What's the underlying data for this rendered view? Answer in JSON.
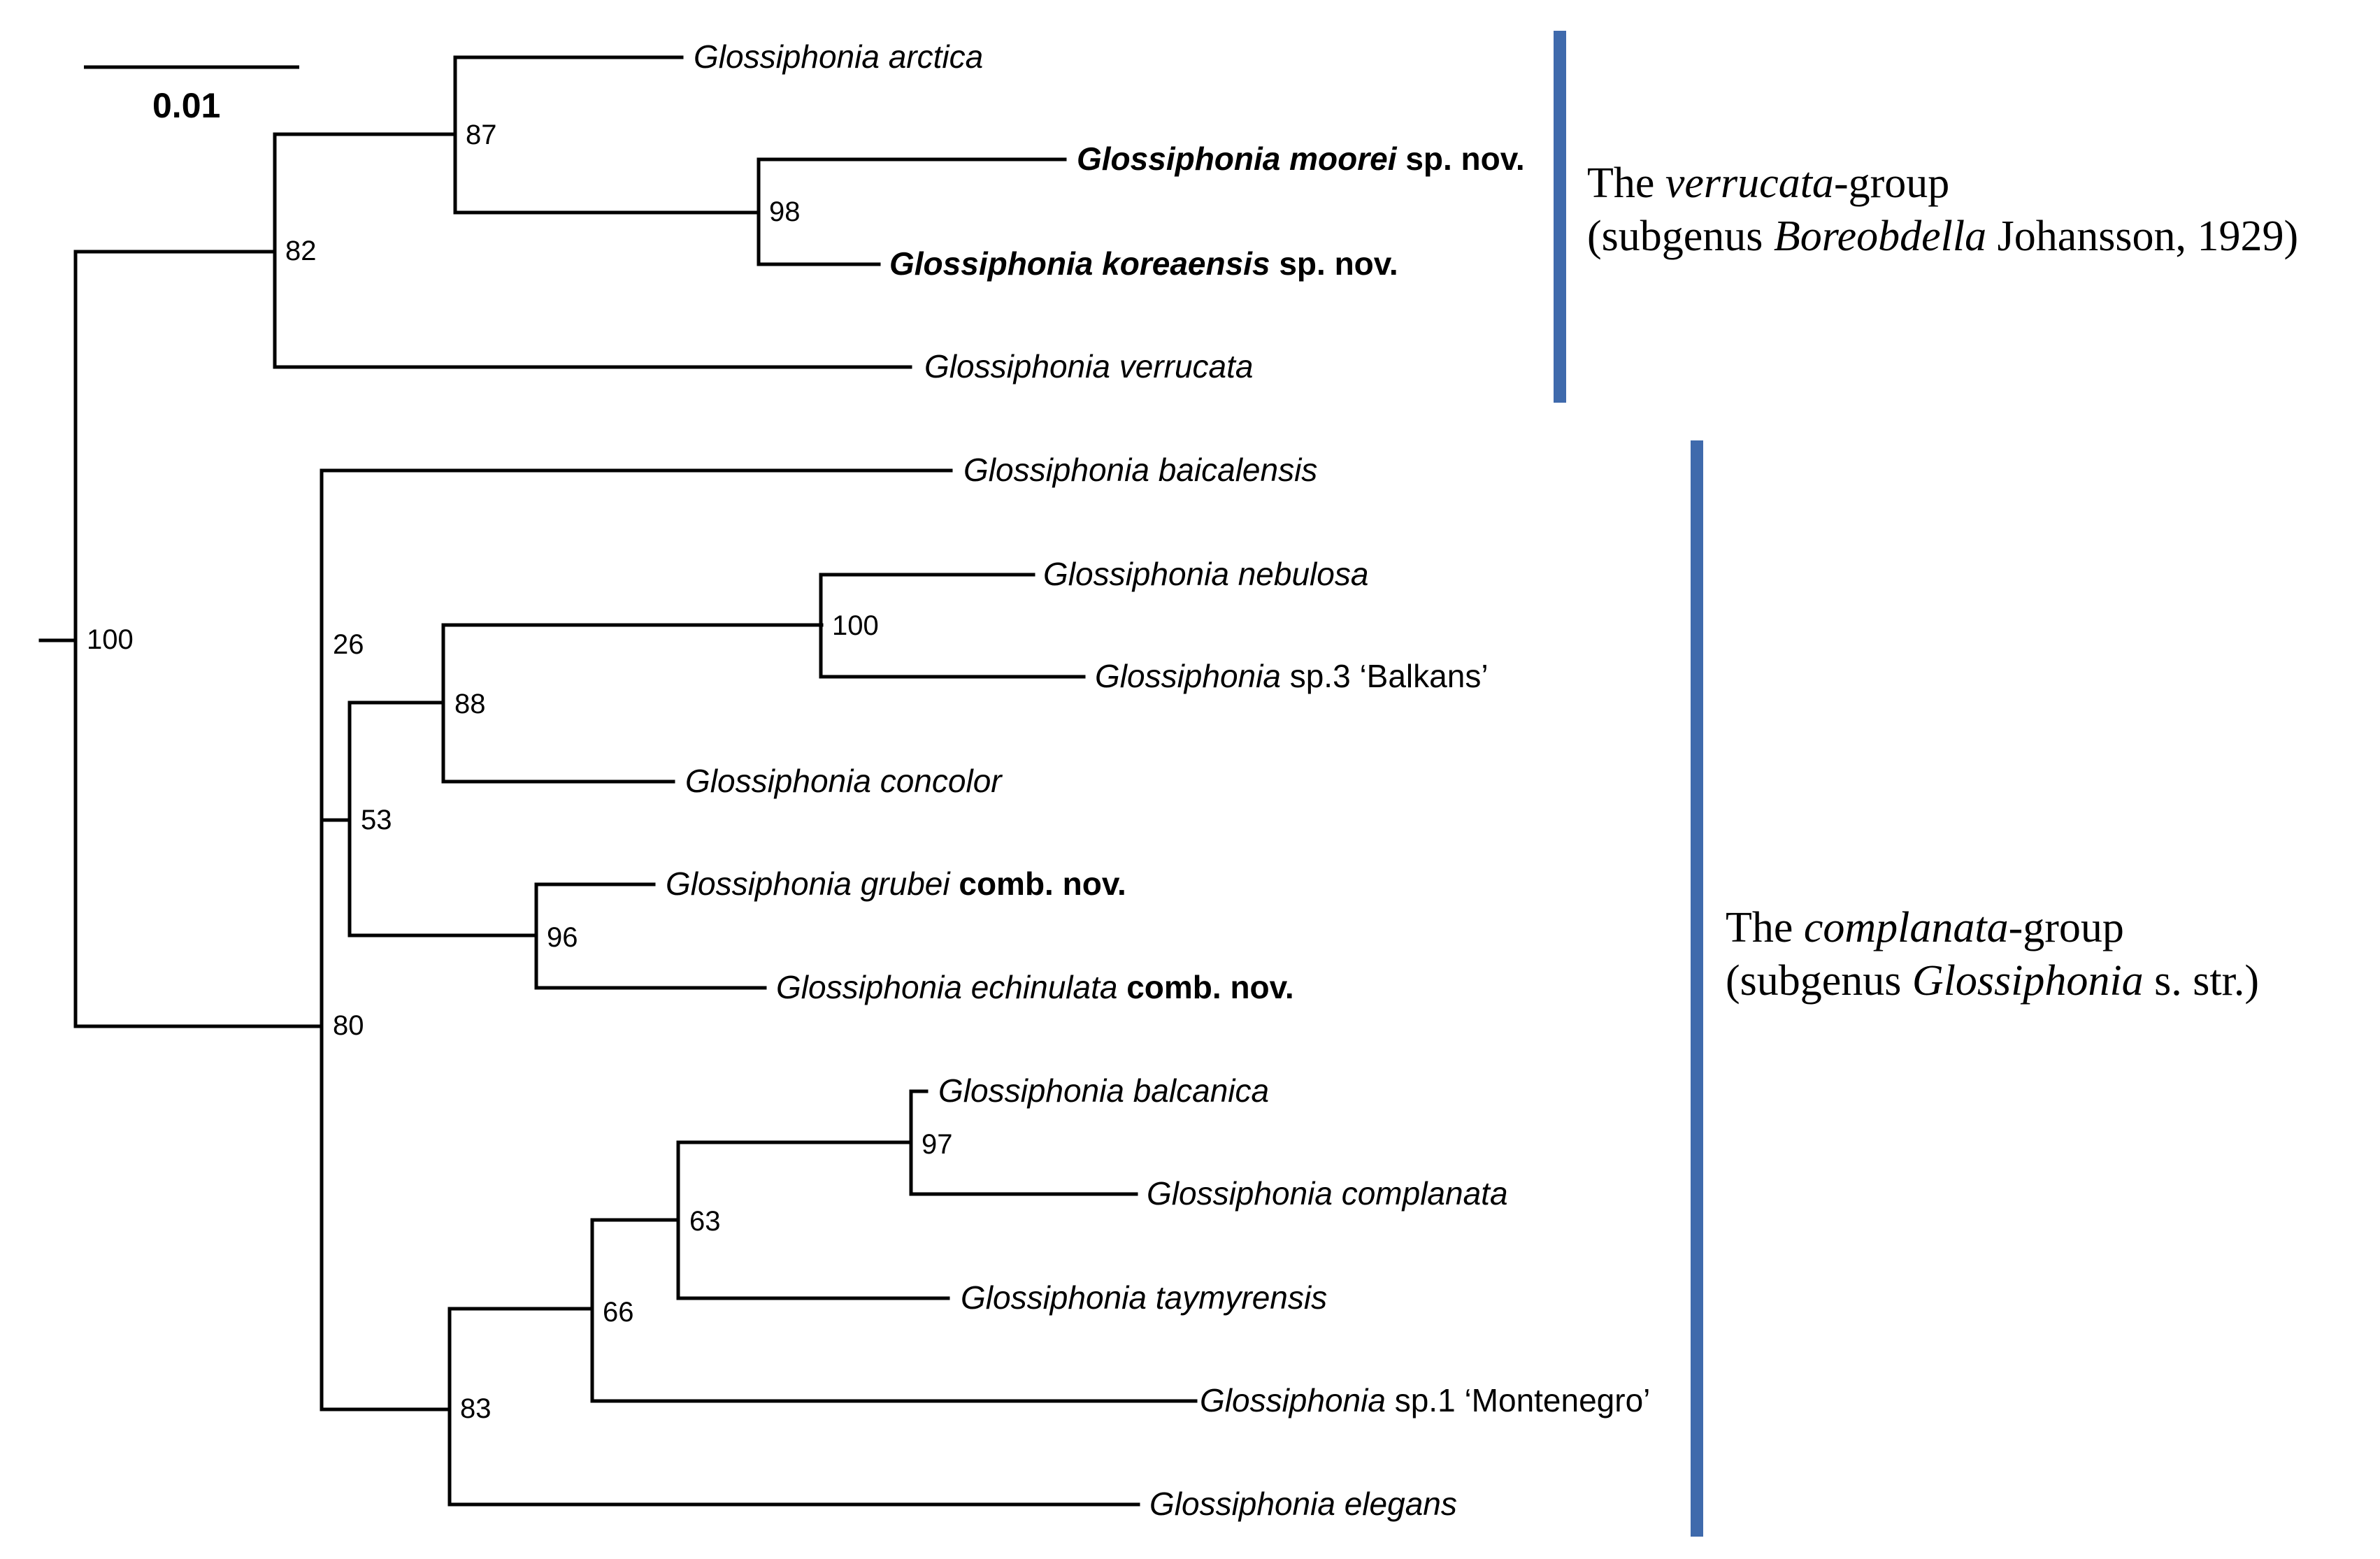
{
  "scale_bar": {
    "label": "0.01"
  },
  "colors": {
    "new_species": "#9c2a2a",
    "group_bar": "#3f6aac",
    "tree": "#000000"
  },
  "taxa": {
    "arctica": {
      "genus": "Glossiphonia",
      "epithet": "arctica",
      "suffix": ""
    },
    "moorei": {
      "genus": "Glossiphonia",
      "epithet": "moorei",
      "suffix": "sp. nov."
    },
    "koreaensis": {
      "genus": "Glossiphonia",
      "epithet": "koreaensis",
      "suffix": "sp. nov."
    },
    "verrucata": {
      "genus": "Glossiphonia",
      "epithet": "verrucata",
      "suffix": ""
    },
    "baicalensis": {
      "genus": "Glossiphonia",
      "epithet": "baicalensis",
      "suffix": ""
    },
    "nebulosa": {
      "genus": "Glossiphonia",
      "epithet": "nebulosa",
      "suffix": ""
    },
    "sp3": {
      "genus": "Glossiphonia",
      "epithet": "",
      "suffix": "sp.3 ‘Balkans’"
    },
    "concolor": {
      "genus": "Glossiphonia",
      "epithet": "concolor",
      "suffix": ""
    },
    "grubei": {
      "genus": "Glossiphonia",
      "epithet": "grubei",
      "suffix": "comb. nov."
    },
    "echinulata": {
      "genus": "Glossiphonia",
      "epithet": "echinulata",
      "suffix": "comb. nov."
    },
    "balcanica": {
      "genus": "Glossiphonia",
      "epithet": "balcanica",
      "suffix": ""
    },
    "complanata": {
      "genus": "Glossiphonia",
      "epithet": "complanata",
      "suffix": ""
    },
    "taymyrensis": {
      "genus": "Glossiphonia",
      "epithet": "taymyrensis",
      "suffix": ""
    },
    "sp1": {
      "genus": "Glossiphonia",
      "epithet": "",
      "suffix": "sp.1 ‘Montenegro’"
    },
    "elegans": {
      "genus": "Glossiphonia",
      "epithet": "elegans",
      "suffix": ""
    }
  },
  "support": {
    "root": "100",
    "verrucata_clade": "82",
    "arctica_clade": "87",
    "new_species_clade": "98",
    "baicalensis_node": "26",
    "complanata_clade": "80",
    "node_53": "53",
    "node_88": "88",
    "nebulosa_clade": "100",
    "grubei_clade": "96",
    "node_83": "83",
    "node_66": "66",
    "node_63": "63",
    "balcanica_clade": "97"
  },
  "groups": {
    "verrucata": {
      "line1_pre": "The ",
      "line1_italic": "verrucata",
      "line1_post": "-group",
      "line2_pre": "(subgenus ",
      "line2_italic": "Boreobdella",
      "line2_post": " Johansson, 1929)"
    },
    "complanata": {
      "line1_pre": "The ",
      "line1_italic": "complanata",
      "line1_post": "-group",
      "line2_pre": "(subgenus ",
      "line2_italic": "Glossiphonia",
      "line2_post": " s. str.)"
    }
  }
}
